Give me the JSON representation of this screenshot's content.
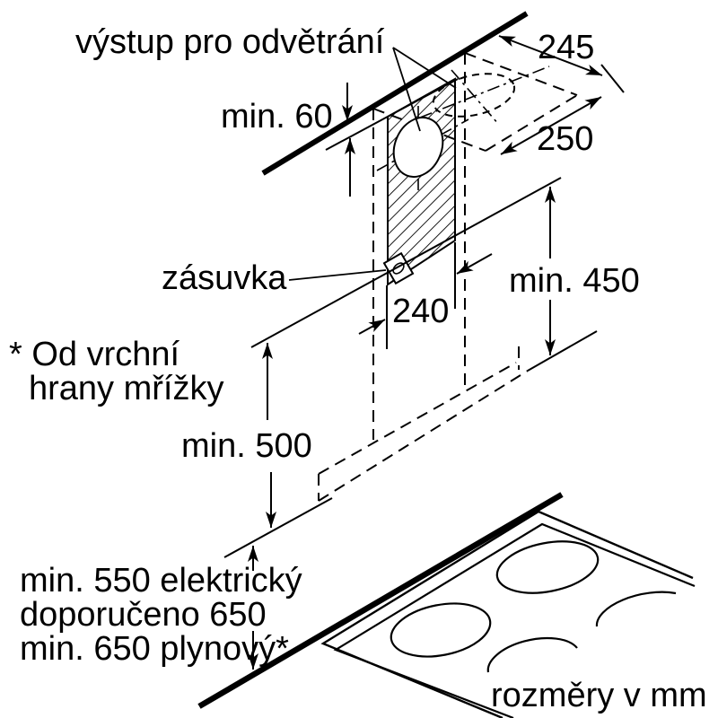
{
  "page": {
    "background": "#ffffff",
    "ink": "#000000"
  },
  "labels": {
    "vent_outlet": "výstup pro odvětrání",
    "ceiling_gap": "min. 60",
    "duct_width": "245",
    "duct_depth": "250",
    "socket": "zásuvka",
    "chimney_width": "240",
    "wall_clearance": "min. 450",
    "note_line1": "* Od vrchní",
    "note_line2": "hrany mřížky",
    "hood_height": "min. 500",
    "hob_clearance_electric": "min. 550 elektrický",
    "hob_clearance_recommended": "doporučeno 650",
    "hob_clearance_gas": "min. 650 plynový*",
    "units_note": "rozměry v mm"
  }
}
